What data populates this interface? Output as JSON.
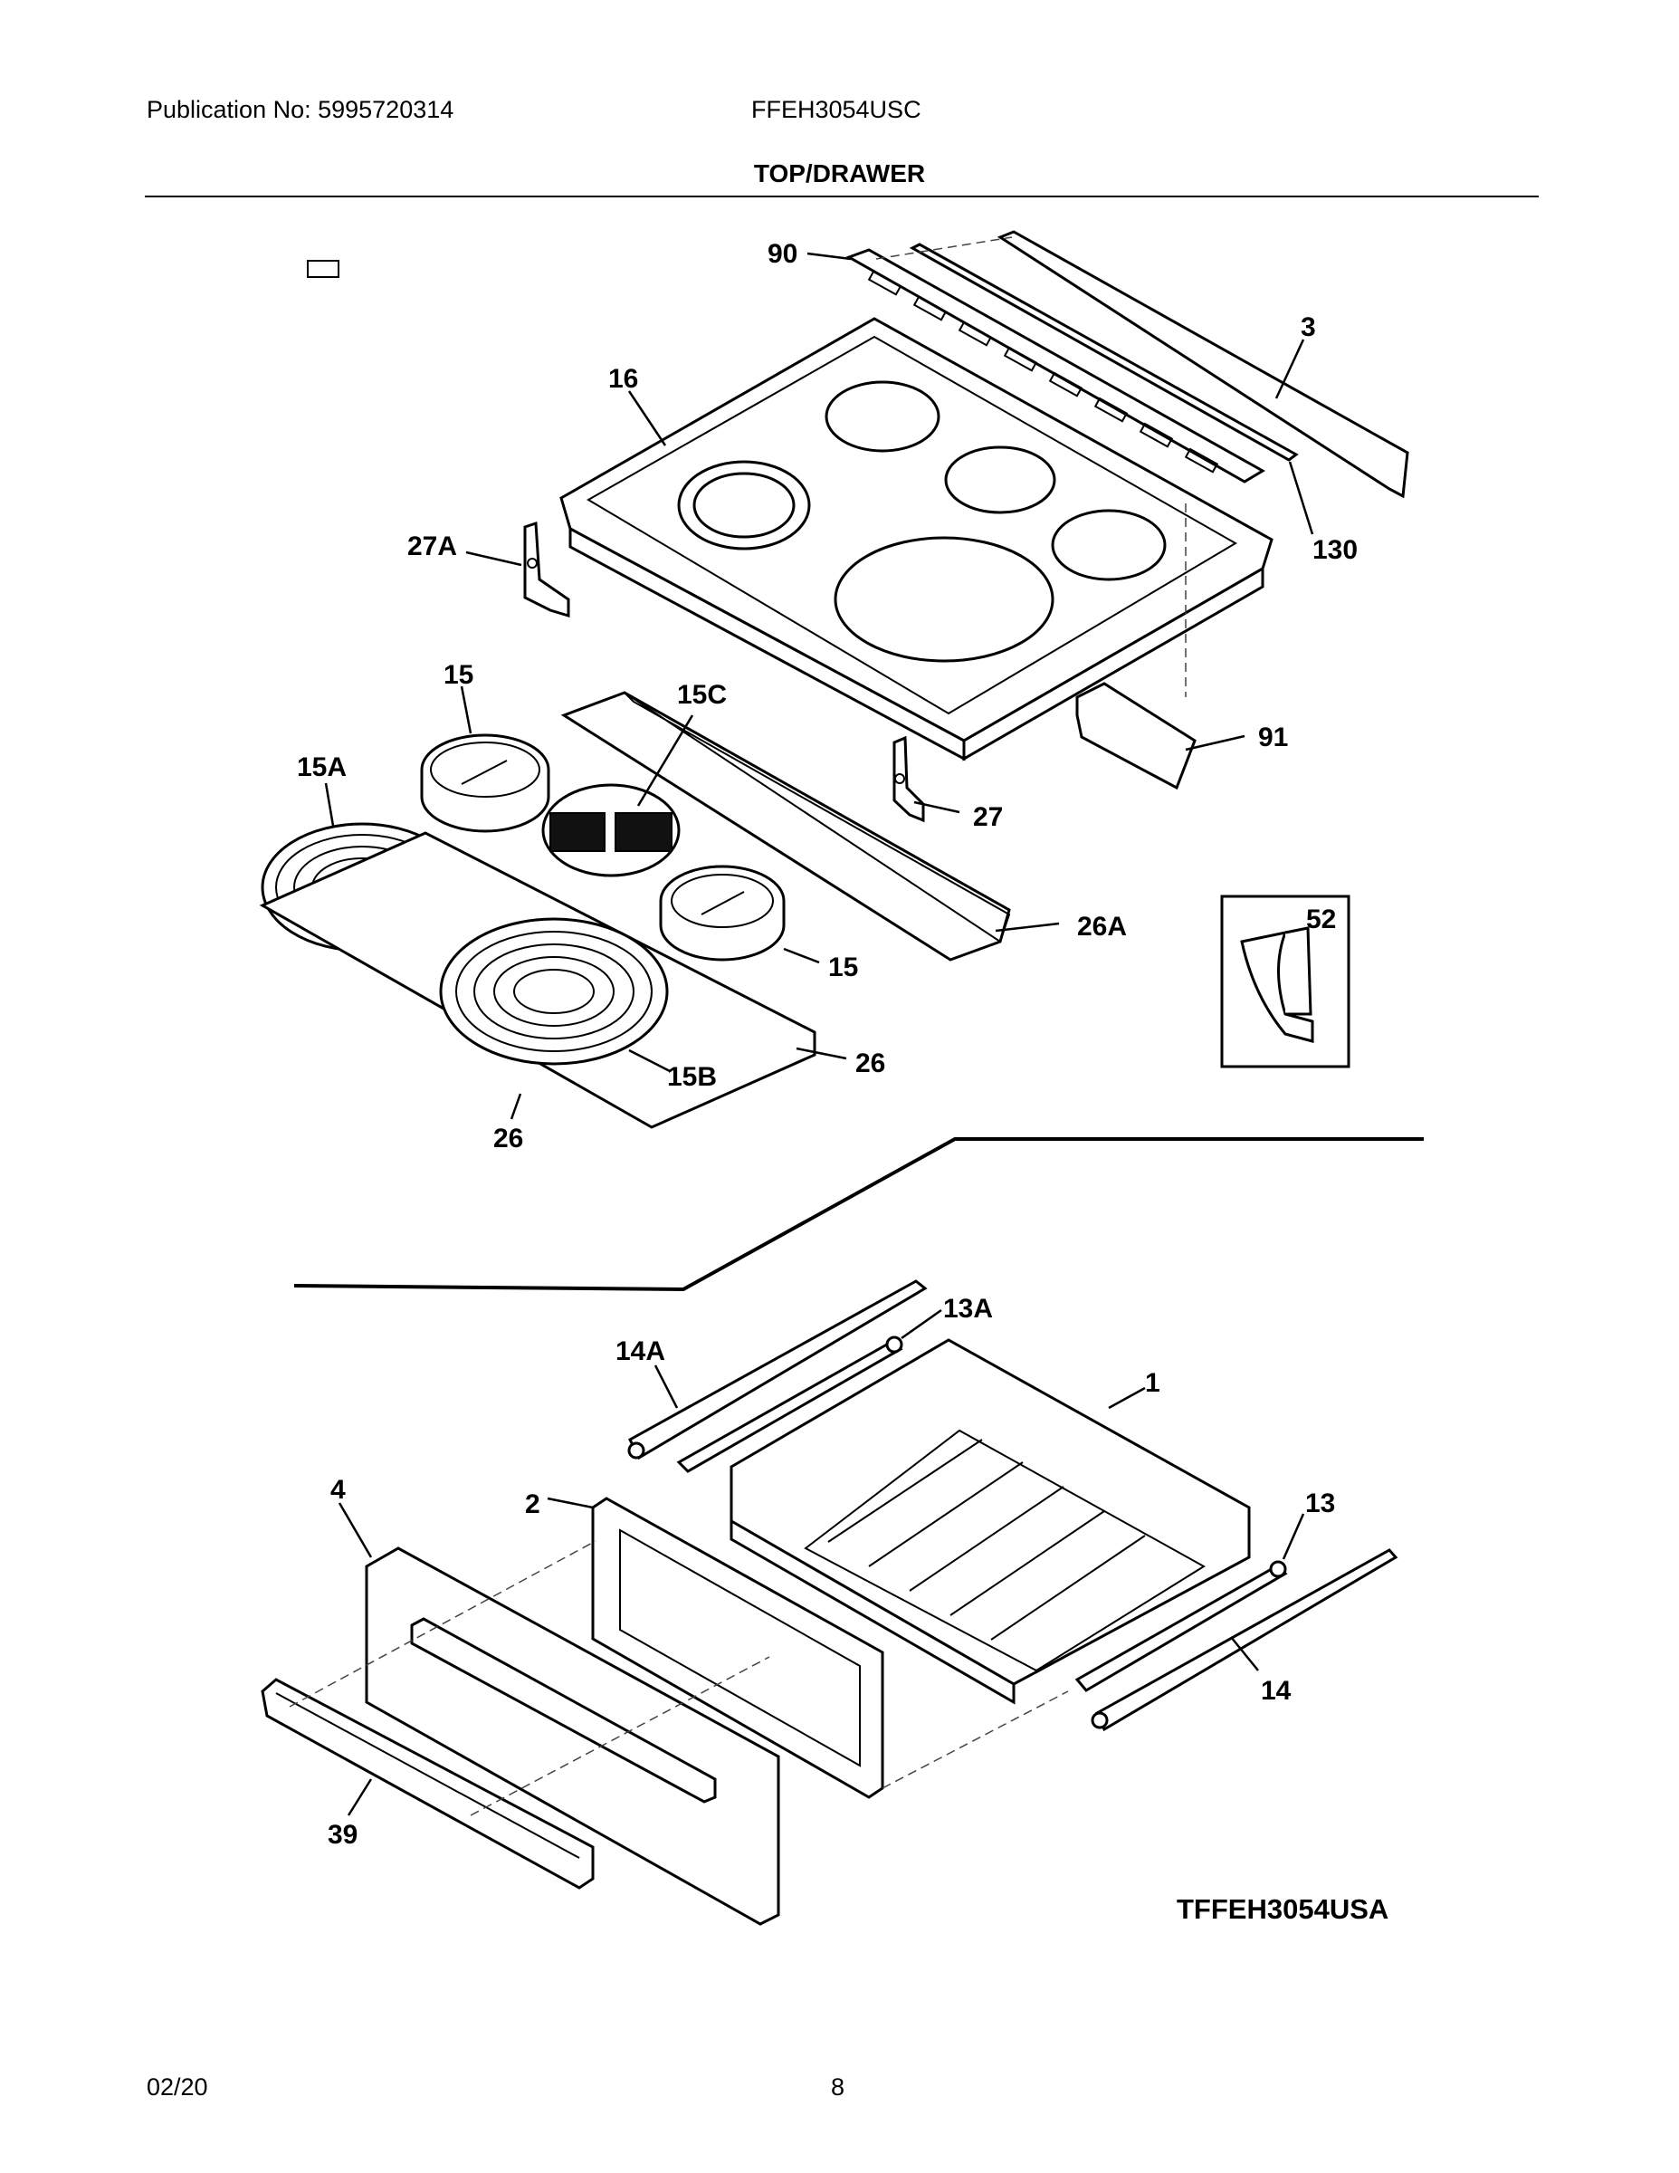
{
  "header": {
    "publication": "Publication No: 5995720314",
    "model": "FFEH3054USC",
    "section_title": "TOP/DRAWER"
  },
  "footer": {
    "date": "02/20",
    "page": "8"
  },
  "diagram": {
    "code": "TFFEH3054USA",
    "callouts": {
      "c90": "90",
      "c3": "3",
      "c16": "16",
      "c130": "130",
      "c27A": "27A",
      "c15_top": "15",
      "c15C": "15C",
      "c91": "91",
      "c15A": "15A",
      "c27": "27",
      "c26A": "26A",
      "c52": "52",
      "c15_right": "15",
      "c26_right": "26",
      "c15B": "15B",
      "c26_bottom": "26",
      "c13A": "13A",
      "c14A": "14A",
      "c1": "1",
      "c4": "4",
      "c2": "2",
      "c13": "13",
      "c14": "14",
      "c39": "39"
    }
  }
}
